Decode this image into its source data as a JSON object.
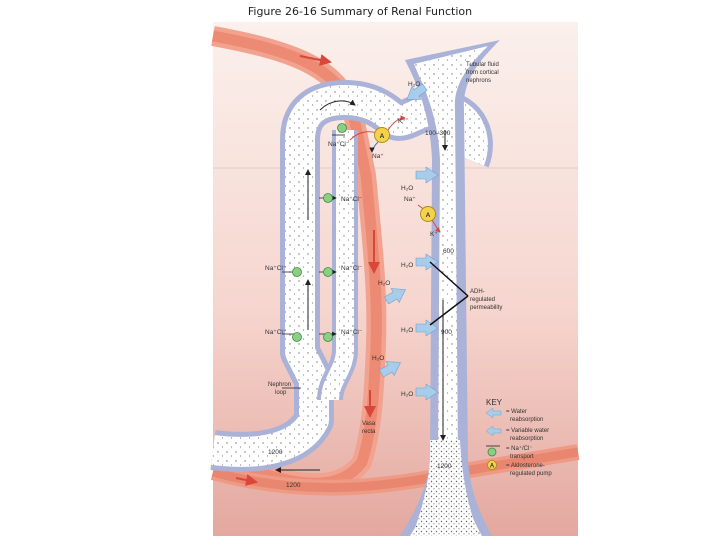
{
  "title": "Figure 26-16  Summary of Renal Function",
  "labels": {
    "tubular_fluid": [
      "Tubular fluid",
      "from cortical",
      "nephrons"
    ],
    "adh": [
      "ADH-",
      "regulated",
      "permeability"
    ],
    "nephron_loop": [
      "Nephron",
      "loop"
    ],
    "vasa_recta": [
      "Vasa",
      "recta"
    ]
  },
  "osmolarity": {
    "v100_300": "100–300",
    "v600": "600",
    "v900": "900",
    "v1200_left": "1200",
    "v1200_right": "1200",
    "v1200_vessel": "1200"
  },
  "substances": {
    "h2o": "H₂O",
    "k": "K⁺",
    "na": "Na⁺",
    "nacl": "Na⁺Cl⁻",
    "aldo_symbol": "A"
  },
  "key": {
    "title": "KEY",
    "water": [
      "= Water",
      "reabsorption"
    ],
    "variable_water": [
      "= Variable water",
      "reabsorption"
    ],
    "nacl_transport": [
      "= Na⁺/Cl⁻",
      "transport"
    ],
    "aldosterone_pump": [
      "= Aldosterone-",
      "regulated pump"
    ]
  },
  "colors": {
    "background_top": "#fbe9e4",
    "background_bottom": "#e4aaa2",
    "vessel": "#ef8e78",
    "tubule_wall": "#a8b0d6",
    "tubule_lumen": "#ffffff",
    "water_arrow": "#a8cdea",
    "transport": "#8bcf86",
    "aldosterone": "#f4d34a"
  }
}
